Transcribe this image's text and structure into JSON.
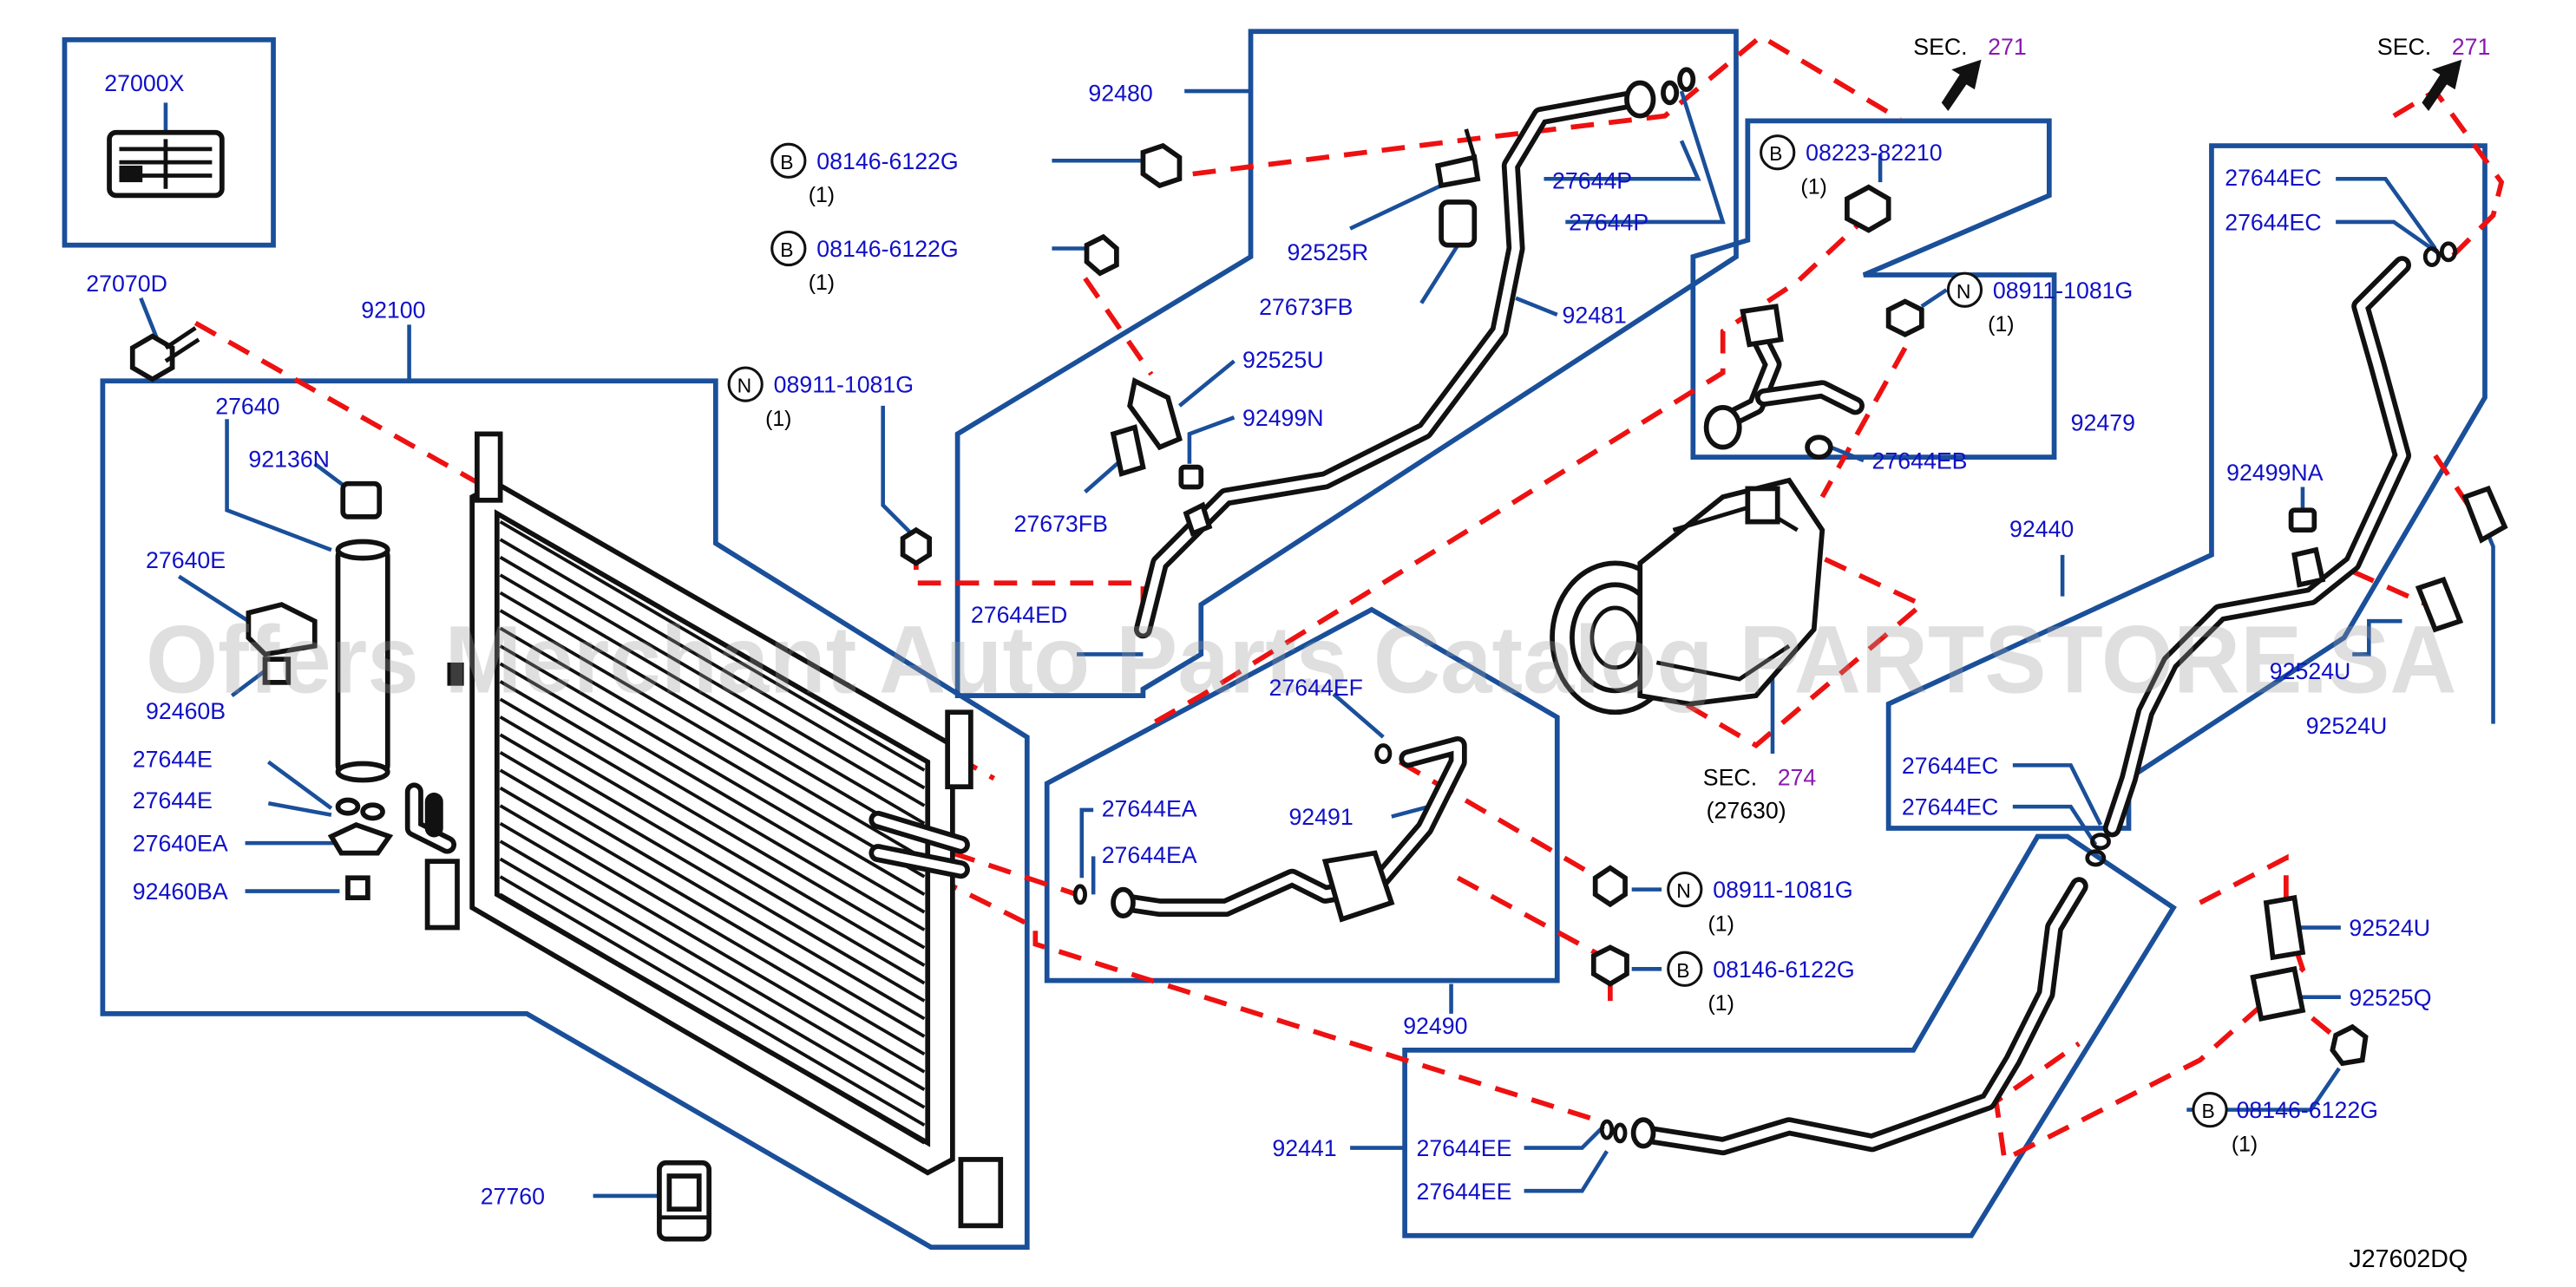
{
  "diagram_code": "J27602DQ",
  "watermark": "Offers Merchant Auto Parts Catalog PARTSTORE.SA",
  "section_refs": [
    {
      "prefix": "SEC.",
      "number": "271"
    },
    {
      "prefix": "SEC.",
      "number": "271"
    },
    {
      "prefix": "SEC.",
      "number": "274",
      "sub": "(27630)"
    }
  ],
  "parts": [
    {
      "id": "p27000X",
      "number": "27000X"
    },
    {
      "id": "p27070D",
      "number": "27070D"
    },
    {
      "id": "p92100",
      "number": "92100"
    },
    {
      "id": "p27640",
      "number": "27640"
    },
    {
      "id": "p92136N",
      "number": "92136N"
    },
    {
      "id": "p27640E",
      "number": "27640E"
    },
    {
      "id": "p92460B",
      "number": "92460B"
    },
    {
      "id": "p27644E_1",
      "number": "27644E"
    },
    {
      "id": "p27644E_2",
      "number": "27644E"
    },
    {
      "id": "p27640EA",
      "number": "27640EA"
    },
    {
      "id": "p92460BA",
      "number": "92460BA"
    },
    {
      "id": "p27760",
      "number": "27760"
    },
    {
      "id": "p92480",
      "number": "92480"
    },
    {
      "id": "p27644P_1",
      "number": "27644P"
    },
    {
      "id": "p27644P_2",
      "number": "27644P"
    },
    {
      "id": "p92525R",
      "number": "92525R"
    },
    {
      "id": "p27673FB_1",
      "number": "27673FB"
    },
    {
      "id": "p92481",
      "number": "92481"
    },
    {
      "id": "p92525U",
      "number": "92525U"
    },
    {
      "id": "p92499N",
      "number": "92499N"
    },
    {
      "id": "p27673FB_2",
      "number": "27673FB"
    },
    {
      "id": "p27644ED",
      "number": "27644ED"
    },
    {
      "id": "p27644EF",
      "number": "27644EF"
    },
    {
      "id": "p92491",
      "number": "92491"
    },
    {
      "id": "p27644EA_1",
      "number": "27644EA"
    },
    {
      "id": "p27644EA_2",
      "number": "27644EA"
    },
    {
      "id": "p92490",
      "number": "92490"
    },
    {
      "id": "p92479",
      "number": "92479"
    },
    {
      "id": "p27644EB",
      "number": "27644EB"
    },
    {
      "id": "p92440",
      "number": "92440"
    },
    {
      "id": "p27644EC_1",
      "number": "27644EC"
    },
    {
      "id": "p27644EC_2",
      "number": "27644EC"
    },
    {
      "id": "p92499NA",
      "number": "92499NA"
    },
    {
      "id": "p92524U_1",
      "number": "92524U"
    },
    {
      "id": "p92524U_2",
      "number": "92524U"
    },
    {
      "id": "p27644EC_3",
      "number": "27644EC"
    },
    {
      "id": "p27644EC_4",
      "number": "27644EC"
    },
    {
      "id": "p92524U_3",
      "number": "92524U"
    },
    {
      "id": "p92525Q",
      "number": "92525Q"
    },
    {
      "id": "p92441",
      "number": "92441"
    },
    {
      "id": "p27644EE_1",
      "number": "27644EE"
    },
    {
      "id": "p27644EE_2",
      "number": "27644EE"
    }
  ],
  "fasteners": [
    {
      "id": "f1",
      "badge": "B",
      "number": "08146-6122G",
      "qty": "(1)"
    },
    {
      "id": "f2",
      "badge": "B",
      "number": "08146-6122G",
      "qty": "(1)"
    },
    {
      "id": "f3",
      "badge": "N",
      "number": "08911-1081G",
      "qty": "(1)"
    },
    {
      "id": "f4",
      "badge": "B",
      "number": "08223-82210",
      "qty": "(1)"
    },
    {
      "id": "f5",
      "badge": "N",
      "number": "08911-1081G",
      "qty": "(1)"
    },
    {
      "id": "f6",
      "badge": "N",
      "number": "08911-1081G",
      "qty": "(1)"
    },
    {
      "id": "f7",
      "badge": "B",
      "number": "08146-6122G",
      "qty": "(1)"
    },
    {
      "id": "f8",
      "badge": "B",
      "number": "08146-6122G",
      "qty": "(1)"
    }
  ],
  "colors": {
    "label": "#1010c8",
    "frame": "#1a4f9a",
    "dashed_link": "#ee1111",
    "section_number": "#8a18b0"
  }
}
